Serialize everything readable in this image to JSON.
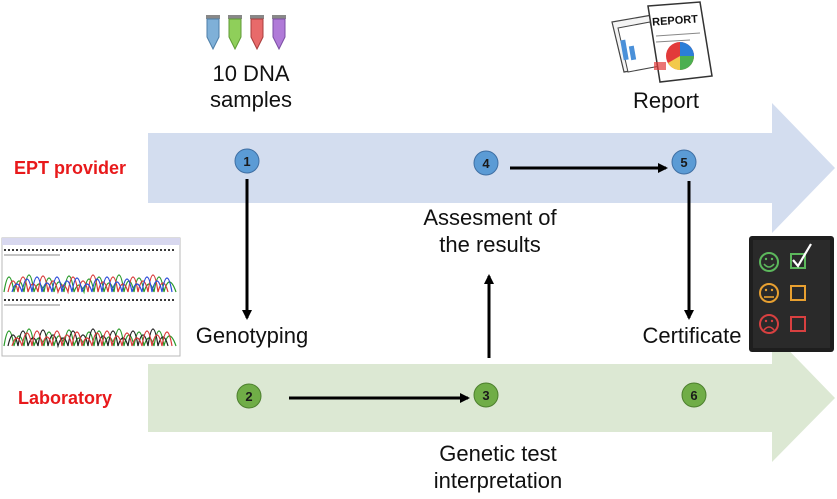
{
  "colors": {
    "provider_lane": "#d3ddef",
    "lab_lane": "#dce8d3",
    "lane_label": "#e8191b",
    "step_blue": "#5b9bd5",
    "step_green": "#70ad47",
    "arrow": "#000000"
  },
  "lanes": {
    "provider_label": "EPT provider",
    "lab_label": "Laboratory"
  },
  "steps": {
    "s1": "1",
    "s2": "2",
    "s3": "3",
    "s4": "4",
    "s5": "5",
    "s6": "6"
  },
  "labels": {
    "samples_line1": "10 DNA",
    "samples_line2": "samples",
    "report": "Report",
    "assessment_line1": "Assesment of",
    "assessment_line2": "the results",
    "genotyping": "Genotyping",
    "certificate": "Certificate",
    "interp_line1": "Genetic test",
    "interp_line2": "interpretation"
  },
  "icons": {
    "tubes": "dna-sample-tubes-icon",
    "report": "report-document-icon",
    "sequencing": "sequencing-chromatogram-image",
    "rating": "smiley-rating-board-icon"
  },
  "report_icon_text": "REPORT"
}
